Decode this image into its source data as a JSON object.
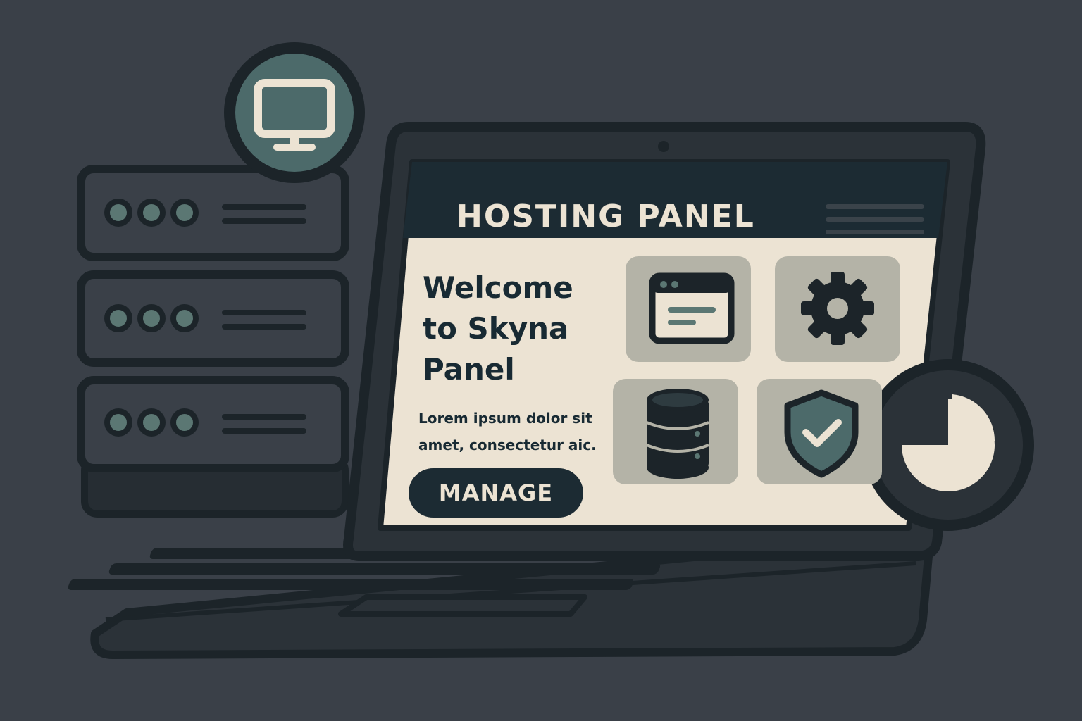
{
  "panel": {
    "title": "HOSTING PANEL"
  },
  "welcome": {
    "line1": "Welcome",
    "line2": "to Skyna",
    "line3": "Panel"
  },
  "description": {
    "line1": "Lorem ipsum dolor sit",
    "line2": "amet, consectetur aic."
  },
  "buttons": {
    "manage": "MANAGE"
  },
  "tiles": [
    {
      "icon": "browser-window-icon"
    },
    {
      "icon": "gear-icon"
    },
    {
      "icon": "database-icon"
    },
    {
      "icon": "shield-check-icon"
    }
  ],
  "badges": [
    {
      "icon": "monitor-icon"
    },
    {
      "icon": "pie-chart-icon"
    }
  ],
  "server_rack": {
    "units": 3
  },
  "colors": {
    "background": "#3a4048",
    "dark": "#1c2b33",
    "screen_bg": "#ece3d3",
    "tile_bg": "#b4b3a7",
    "accent_teal": "#4c6a6a",
    "light": "#ece3d3"
  }
}
